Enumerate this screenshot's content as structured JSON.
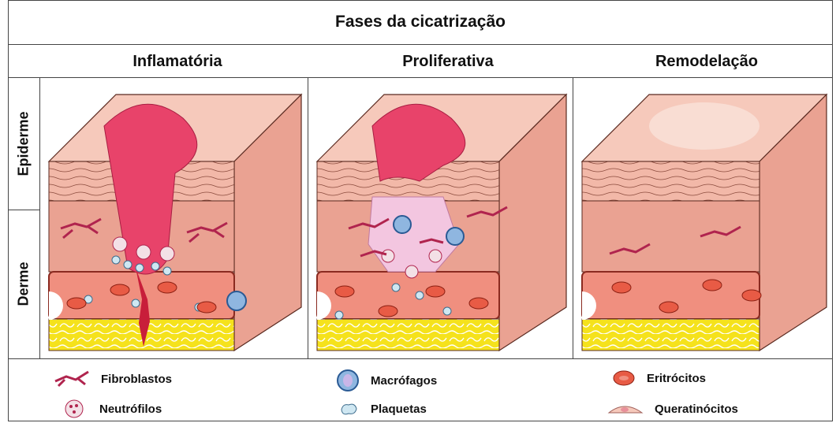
{
  "title": "Fases da cicatrização",
  "phases": [
    "Inflamatória",
    "Proliferativa",
    "Remodelação"
  ],
  "layers": {
    "epidermis": "Epiderme",
    "dermis": "Derme"
  },
  "legend": [
    {
      "label": "Fibroblastos",
      "icon": "fibroblast-icon"
    },
    {
      "label": "Neutrófilos",
      "icon": "neutrophil-icon"
    },
    {
      "label": "Macrófagos",
      "icon": "macrophage-icon"
    },
    {
      "label": "Plaquetas",
      "icon": "platelet-icon"
    },
    {
      "label": "Eritrócitos",
      "icon": "erythrocyte-icon"
    },
    {
      "label": "Queratinócitos",
      "icon": "keratinocyte-icon"
    }
  ],
  "colors": {
    "skin": "#f2b8a8",
    "dermis": "#eaa292",
    "wound": "#e8436a",
    "vessel": "#f08f7f",
    "fat": "#f5e21c",
    "fibroblast": "#b0244e",
    "macrophage": "#3d7fc4",
    "platelet": "#cfe7f2",
    "erythrocyte": "#e85b45"
  }
}
